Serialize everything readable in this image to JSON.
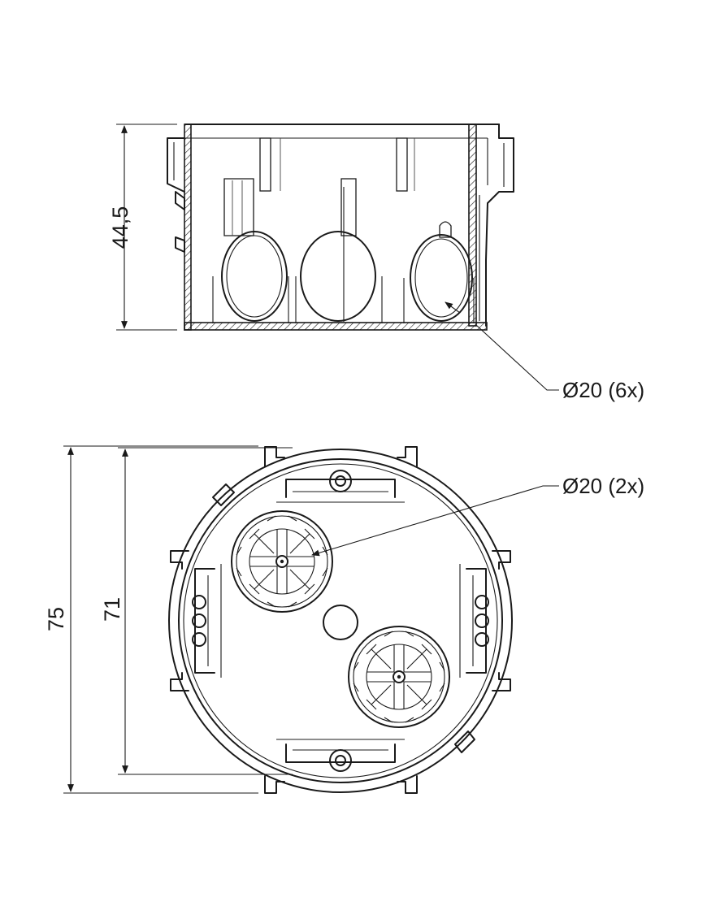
{
  "side_view": {
    "height_dimension": "44,5",
    "knockout_label": "Ø20 (6x)"
  },
  "top_view": {
    "outer_diameter": "75",
    "inner_diameter": "71",
    "knockout_label": "Ø20 (2x)"
  },
  "colors": {
    "line": "#1a1a1a",
    "background": "#ffffff"
  }
}
